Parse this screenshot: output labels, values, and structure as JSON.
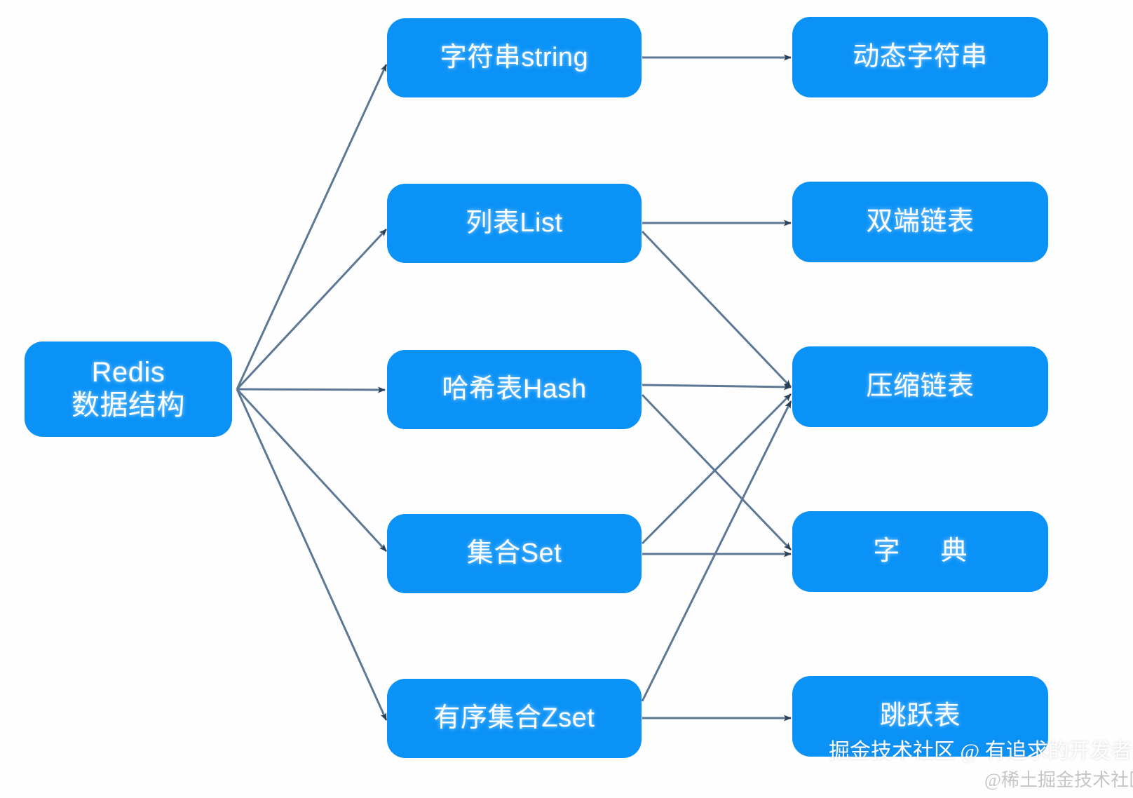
{
  "diagram": {
    "title": "Redis 数据结构",
    "type": "flow-diagram",
    "background_color": "#fefefe",
    "node_color": "#0b92f7",
    "node_text_color": "#ffffff",
    "edge_color": "#46607c"
  },
  "root": {
    "id": "redis-root",
    "label": "Redis\n数据结构",
    "line1": "Redis",
    "line2": "数据结构"
  },
  "types": [
    {
      "id": "string",
      "label": "字符串string"
    },
    {
      "id": "list",
      "label": "列表List"
    },
    {
      "id": "hash",
      "label": "哈希表Hash"
    },
    {
      "id": "set",
      "label": "集合Set"
    },
    {
      "id": "zset",
      "label": "有序集合Zset"
    }
  ],
  "encodings": [
    {
      "id": "sds",
      "label": "动态字符串"
    },
    {
      "id": "linklist",
      "label": "双端链表"
    },
    {
      "id": "ziplist",
      "label": "压缩链表"
    },
    {
      "id": "dict",
      "label": "字典"
    },
    {
      "id": "skiplist",
      "label": "跳跃表"
    }
  ],
  "edges": [
    {
      "from": "redis-root",
      "to": "string"
    },
    {
      "from": "redis-root",
      "to": "list"
    },
    {
      "from": "redis-root",
      "to": "hash"
    },
    {
      "from": "redis-root",
      "to": "set"
    },
    {
      "from": "redis-root",
      "to": "zset"
    },
    {
      "from": "string",
      "to": "sds"
    },
    {
      "from": "list",
      "to": "linklist"
    },
    {
      "from": "list",
      "to": "ziplist"
    },
    {
      "from": "hash",
      "to": "ziplist"
    },
    {
      "from": "hash",
      "to": "dict"
    },
    {
      "from": "set",
      "to": "dict"
    },
    {
      "from": "set",
      "to": "ziplist"
    },
    {
      "from": "zset",
      "to": "skiplist"
    },
    {
      "from": "zset",
      "to": "ziplist"
    }
  ],
  "watermark": {
    "main": "掘金技术社区 @ 有追求的开发者",
    "sub": "@稀土掘金技术社区"
  }
}
